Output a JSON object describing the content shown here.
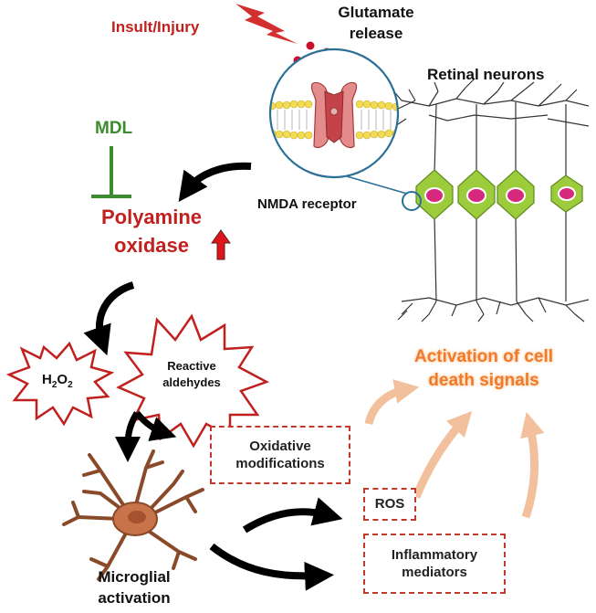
{
  "labels": {
    "insult": "Insult/Injury",
    "glutamate_line1": "Glutamate",
    "glutamate_line2": "release",
    "retinal_neurons": "Retinal neurons",
    "mdl": "MDL",
    "polyamine_line1": "Polyamine",
    "polyamine_line2": "oxidase",
    "nmda_receptor": "NMDA receptor",
    "h2o2_main": "H",
    "h2o2_sub1": "2",
    "h2o2_mid": "O",
    "h2o2_sub2": "2",
    "reactive_line1": "Reactive",
    "reactive_line2": "aldehydes",
    "activation_line1": "Activation of  cell",
    "activation_line2": "death signals",
    "oxidative_line1": "Oxidative",
    "oxidative_line2": "modifications",
    "ros": "ROS",
    "inflammatory_line1": "Inflammatory",
    "inflammatory_line2": "mediators",
    "microglial_line1": "Microglial",
    "microglial_line2": "activation"
  },
  "colors": {
    "insult": "#c0201e",
    "mdl": "#3c8c2e",
    "polyamine": "#c0201e",
    "activation": "#f07a2a",
    "box_border": "#c0392b",
    "peach_arrow": "#f2c09c",
    "neuron_fill": "#9ccc3c",
    "nucleus": "#d6287c",
    "microglia": "#c8734a"
  },
  "icons": {
    "lightning": "lightning-bolt-icon",
    "up_arrow": "up-arrow-icon",
    "inhibition": "inhibition-bar-icon"
  }
}
